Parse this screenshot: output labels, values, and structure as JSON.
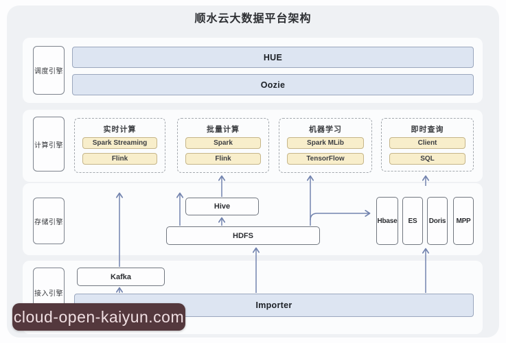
{
  "title": "顺水云大数据平台架构",
  "watermark": {
    "text": "cloud-open-kaiyun.com"
  },
  "colors": {
    "panel_bg": "#eff1f4",
    "band_bg": "#fbfcfd",
    "blue_bar_fill": "#dde5f2",
    "pill_fill": "#f8eecb",
    "pill_border": "#c5b588",
    "arrow": "#7283ae",
    "watermark_bg": "#54383d"
  },
  "engines": {
    "scheduling": {
      "label": "调度引擎",
      "hue": "HUE",
      "oozie": "Oozie"
    },
    "compute": {
      "label": "计算引擎",
      "groups": [
        {
          "title": "实时计算",
          "items": [
            "Spark Streaming",
            "Flink"
          ]
        },
        {
          "title": "批量计算",
          "items": [
            "Spark",
            "Flink"
          ]
        },
        {
          "title": "机器学习",
          "items": [
            "Spark MLib",
            "TensorFlow"
          ]
        },
        {
          "title": "即时查询",
          "items": [
            "Client",
            "SQL"
          ]
        }
      ]
    },
    "storage": {
      "label": "存储引擎",
      "hive": "Hive",
      "hdfs": "HDFS",
      "columns": [
        "Hbase",
        "ES",
        "Doris",
        "MPP"
      ]
    },
    "ingestion": {
      "label": "接入引擎",
      "kafka": "Kafka",
      "importer": "Importer"
    }
  }
}
